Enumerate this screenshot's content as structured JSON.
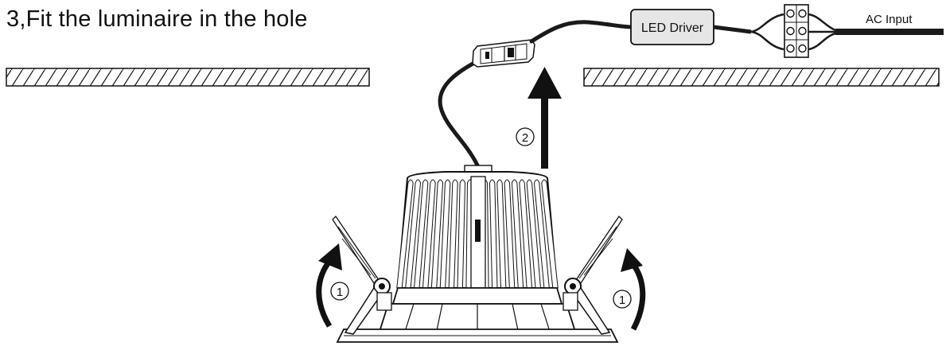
{
  "title": "3,Fit the luminaire in the hole",
  "labels": {
    "led_driver": "LED Driver",
    "ac_input": "AC Input",
    "step_1": "1",
    "step_2": "2"
  },
  "colors": {
    "line": "#111111",
    "cable": "#1a1a1a",
    "driver_fill": "#e6e6e6",
    "fin_fill": "#ffffff",
    "background": "#ffffff"
  }
}
